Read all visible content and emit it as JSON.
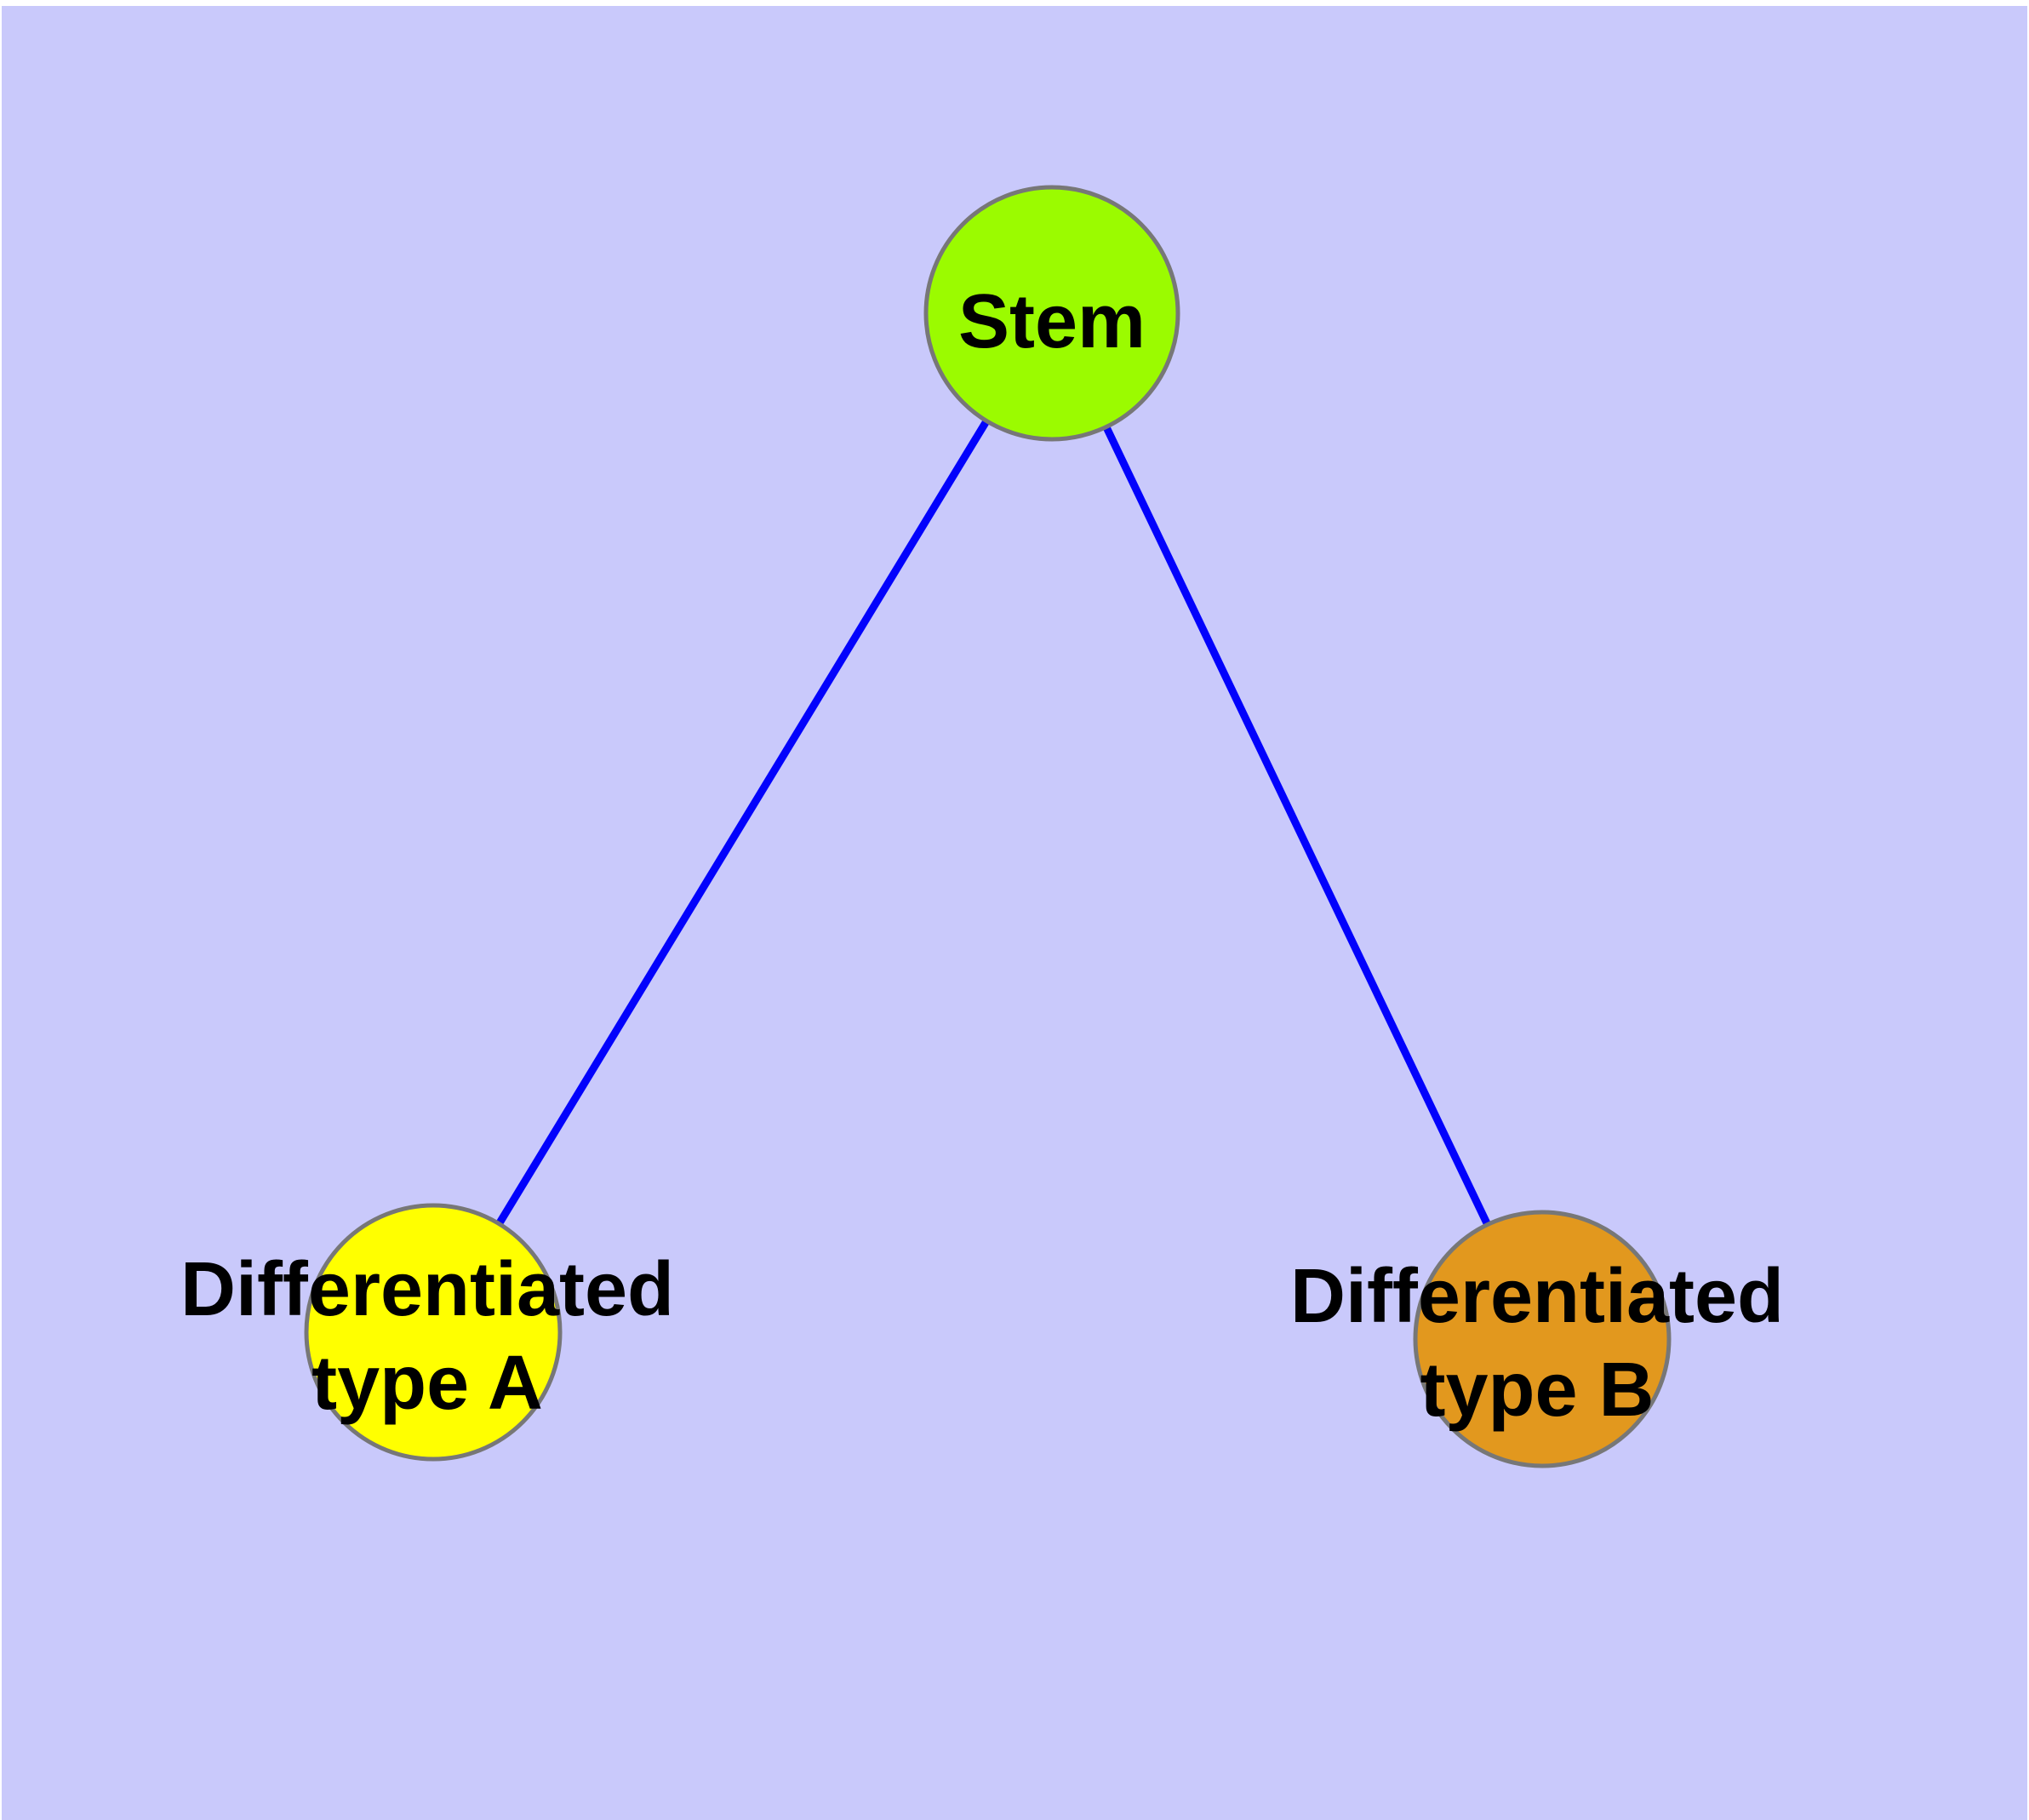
{
  "colors": {
    "page_margin": "#FFFFFF",
    "canvas_background": "#C9C9FB",
    "node_border": "#777777",
    "edge": "#0202FC",
    "label_text": "#000000"
  },
  "graph": {
    "nodes": [
      {
        "id": "stem",
        "label": "Stem",
        "lines": [
          "Stem"
        ],
        "fill": "#9BFB00"
      },
      {
        "id": "differentiated-type-a",
        "label": "Differentiated type A",
        "lines": [
          "Differentiated",
          "type A"
        ],
        "fill": "#FFFF00"
      },
      {
        "id": "differentiated-type-b",
        "label": "Differentiated type B",
        "lines": [
          "Differentiated",
          "type B"
        ],
        "fill": "#E2981E"
      }
    ],
    "edges": [
      {
        "from": "stem",
        "to": "differentiated-type-a"
      },
      {
        "from": "stem",
        "to": "differentiated-type-b"
      }
    ]
  }
}
